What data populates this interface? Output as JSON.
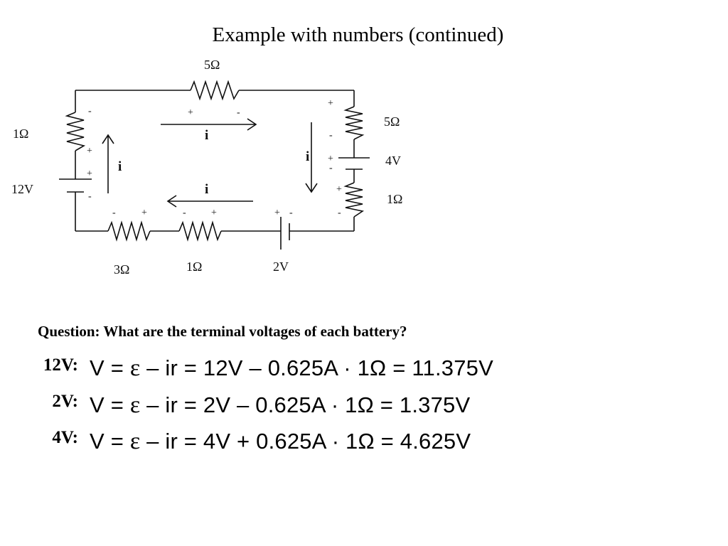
{
  "slide": {
    "title": "Example with numbers (continued)"
  },
  "circuit": {
    "resistor_top": "5Ω",
    "resistor_left": "1Ω",
    "battery_left": "12V",
    "resistor_right_top": "5Ω",
    "battery_right": "4V",
    "resistor_right_bottom": "1Ω",
    "resistor_bottom_left": "3Ω",
    "resistor_bottom_mid": "1Ω",
    "battery_bottom": "2V",
    "current_label": "i",
    "plus": "+",
    "minus": "-"
  },
  "question": "Question: What are the terminal voltages of each battery?",
  "equations": [
    {
      "label": "12V:",
      "lhs": "V = ",
      "emf": "ε",
      "middle": " – ir = 12V – 0.625A · 1Ω = 11.375V"
    },
    {
      "label": "2V:",
      "lhs": "V = ",
      "emf": "ε",
      "middle": " – ir = 2V – 0.625A · 1Ω = 1.375V"
    },
    {
      "label": "4V:",
      "lhs": "V = ",
      "emf": "ε",
      "middle": " – ir = 4V + 0.625A · 1Ω = 4.625V"
    }
  ]
}
